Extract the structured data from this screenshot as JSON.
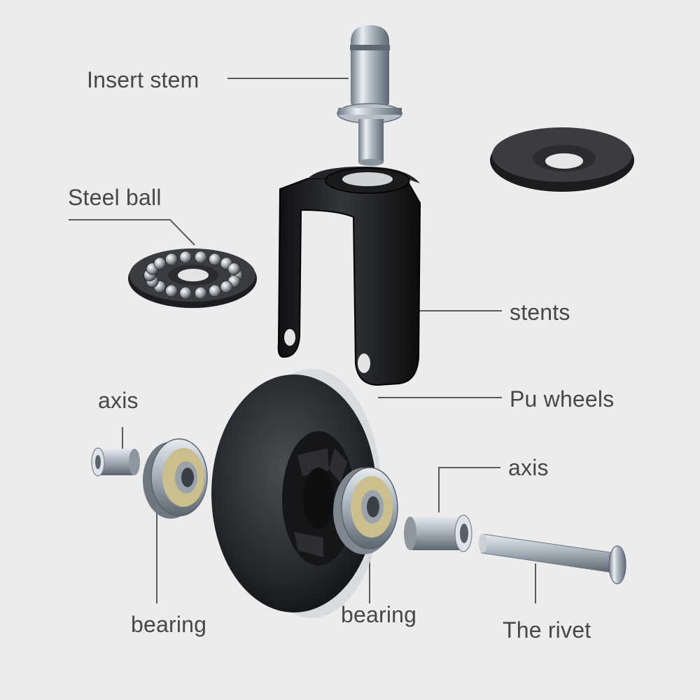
{
  "diagram": {
    "labels": {
      "insert_stem": "Insert stem",
      "steel_ball": "Steel ball",
      "stents": "stents",
      "pu_wheels": "Pu wheels",
      "axis_left": "axis",
      "axis_right": "axis",
      "bearing_left": "bearing",
      "bearing_center": "bearing",
      "rivet": "The rivet"
    }
  }
}
